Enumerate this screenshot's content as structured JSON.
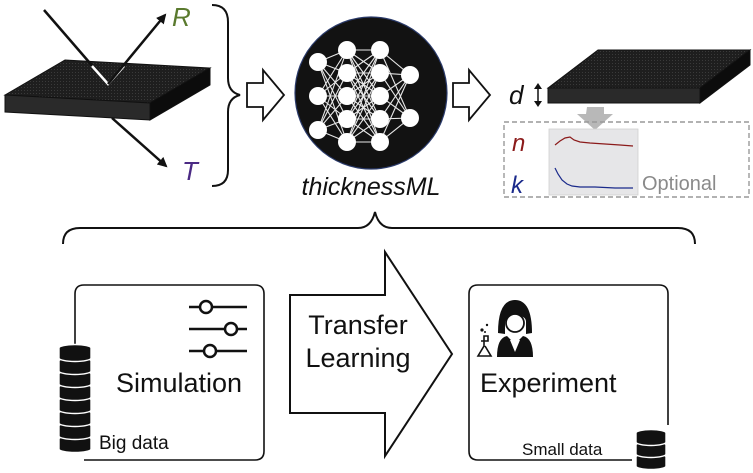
{
  "top": {
    "reflect_label": "R",
    "transmit_label": "T",
    "model_name": "thicknessML",
    "thickness_label": "d",
    "n_label": "n",
    "k_label": "k",
    "optional_label": "Optional"
  },
  "bottom": {
    "simulation_label": "Simulation",
    "big_data_label": "Big data",
    "transfer_line1": "Transfer",
    "transfer_line2": "Learning",
    "experiment_label": "Experiment",
    "small_data_label": "Small data"
  },
  "colors": {
    "reflect": "#5a7a2e",
    "transmit": "#4b2a84",
    "n": "#8b1a1a",
    "k": "#1a2a8b",
    "slab": "#1c1c1c",
    "optional_text": "#8a8a8a"
  },
  "icons": [
    "slab-icon",
    "neural-network-icon",
    "sliders-icon",
    "database-icon",
    "scientist-icon",
    "hollow-arrow-icon",
    "curly-brace-icon"
  ]
}
